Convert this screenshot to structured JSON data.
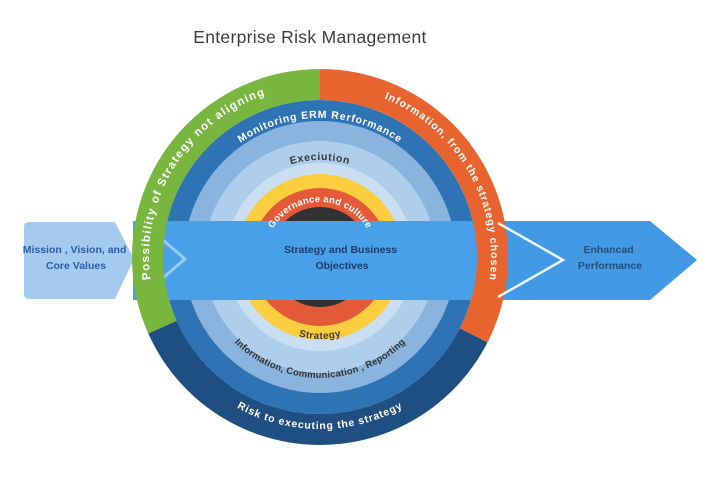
{
  "title": "Enterprise Risk Management",
  "flow": {
    "left_box": {
      "line1": "Mission , Vision, and",
      "line2": "Core Values",
      "fill": "#a4cbef",
      "text_color": "#2b5ca8"
    },
    "band": {
      "line1": "Strategy and Business",
      "line2": "Objectives",
      "fill": "#47a0e8",
      "text_color": "#1f3d6b"
    },
    "right_arrow": {
      "line1": "Enhancad",
      "line2": "Performance",
      "fill": "#4299e5",
      "text_color": "#24507c"
    }
  },
  "outer_ring": {
    "left": {
      "label": "Possibility of Strategy not aligning",
      "color": "#79b63f",
      "text_color": "#ffffff"
    },
    "right": {
      "label": "Information, from the strategy chosen",
      "color": "#e8642f",
      "text_color": "#ffffff"
    },
    "bottom": {
      "label": "Risk to executing the strategy",
      "color": "#1e4e82",
      "text_color": "#ffffff"
    }
  },
  "rings": [
    {
      "name": "monitoring-ring",
      "color": "#2e74b5"
    },
    {
      "name": "light-blue-ring",
      "color": "#8ab4de"
    },
    {
      "name": "execution-ring",
      "color": "#aecfeb"
    },
    {
      "name": "pale-blue-ring",
      "color": "#cbdff2"
    },
    {
      "name": "strategy-ring",
      "color": "#fcce3f"
    },
    {
      "name": "governance-ring",
      "color": "#e45a39"
    },
    {
      "name": "core-circle",
      "color": "#323232"
    }
  ],
  "ring_labels": [
    {
      "id": "monitoring",
      "text": "Monitoring ERM Rerformance",
      "text_color": "#ffffff"
    },
    {
      "id": "execution",
      "text": "Execiution",
      "text_color": "#3a3a3a"
    },
    {
      "id": "governance",
      "text": "Governance and culture",
      "text_color": "#ffffff"
    },
    {
      "id": "strategy",
      "text": "Strategy",
      "text_color": "#3d3d3d"
    },
    {
      "id": "info_comm",
      "text": "Information, Communication , Reporting",
      "text_color": "#333333"
    }
  ]
}
